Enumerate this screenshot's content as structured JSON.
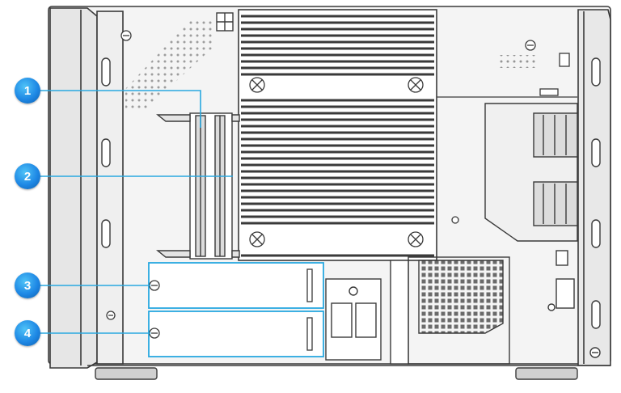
{
  "colors": {
    "callout": "#1e88e5",
    "leader": "#29a8e0",
    "outline": "#3a3a3a",
    "panel": "#f2f2f2"
  },
  "callouts": [
    {
      "label": "1",
      "target": "memory-slot-upper"
    },
    {
      "label": "2",
      "target": "memory-slot-lower"
    },
    {
      "label": "3",
      "target": "m2-slot-upper"
    },
    {
      "label": "4",
      "target": "m2-slot-lower"
    }
  ]
}
